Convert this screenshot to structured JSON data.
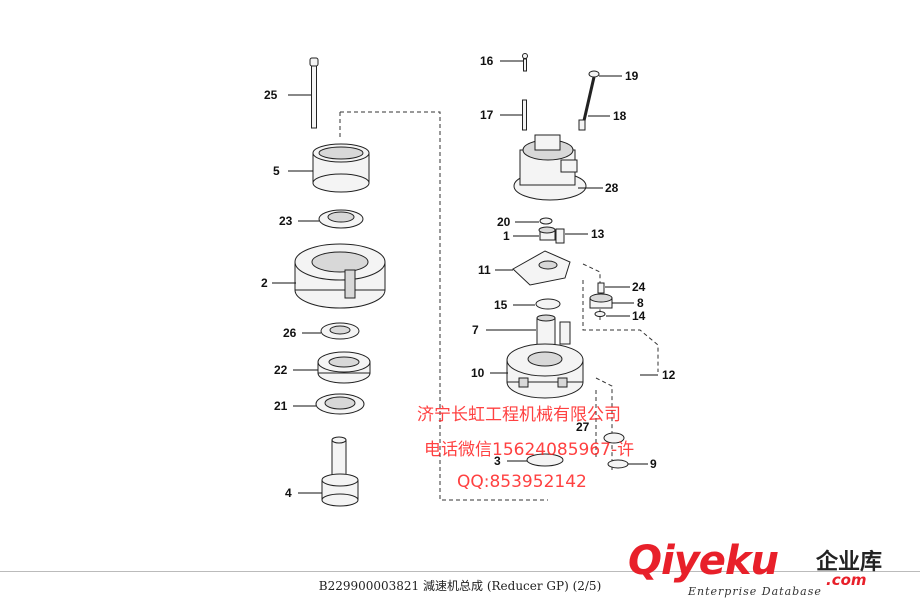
{
  "diagram": {
    "labels": {
      "l1": "1",
      "l2": "2",
      "l3": "3",
      "l4": "4",
      "l5": "5",
      "l7": "7",
      "l8": "8",
      "l9": "9",
      "l10": "10",
      "l11": "11",
      "l12": "12",
      "l13": "13",
      "l14": "14",
      "l15": "15",
      "l16": "16",
      "l17": "17",
      "l18": "18",
      "l19": "19",
      "l20": "20",
      "l21": "21",
      "l22": "22",
      "l23": "23",
      "l24": "24",
      "l25": "25",
      "l26": "26",
      "l27": "27",
      "l28": "28"
    }
  },
  "watermark": {
    "company": "济宁长虹工程机械有限公司",
    "phone": "电话微信15624085967-许",
    "qq": "QQ:853952142"
  },
  "caption": "B229900003821 減速机总成 (Reducer GP) (2/5)",
  "logo": {
    "main": "Qiyeku",
    "cn": "企业库",
    "com": ".com",
    "sub": "Enterprise Database",
    "brand_color": "#e8202a"
  }
}
